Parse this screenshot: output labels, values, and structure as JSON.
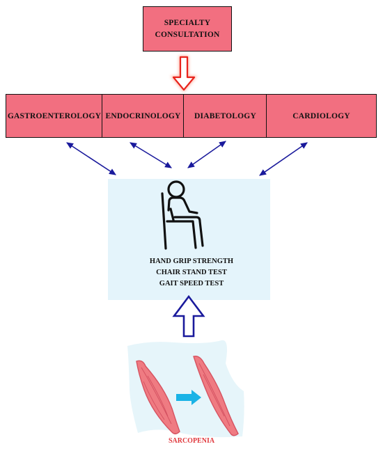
{
  "consultation": {
    "label": "SPECIALTY CONSULTATION"
  },
  "specialties": [
    {
      "label": "GASTROENTEROLOGY"
    },
    {
      "label": "ENDOCRINOLOGY"
    },
    {
      "label": "DIABETOLOGY"
    },
    {
      "label": "CARDIOLOGY"
    }
  ],
  "tests": {
    "items": [
      "HAND GRIP STRENGTH",
      "CHAIR STAND TEST",
      "GAIT SPEED TEST"
    ]
  },
  "sarcopenia": {
    "label": "SARCOPENIA"
  },
  "icons": {
    "person": "seated-person-icon",
    "muscle": "muscle-icon"
  },
  "colors": {
    "box_fill": "#f26f80",
    "panel_fill": "#e4f4fb",
    "arrow_blue": "#1a1a9c",
    "arrow_red": "#e8231c",
    "muscle_fill": "#ef7b82",
    "transition_arrow": "#1ab3e6",
    "label_red": "#e0393e"
  }
}
